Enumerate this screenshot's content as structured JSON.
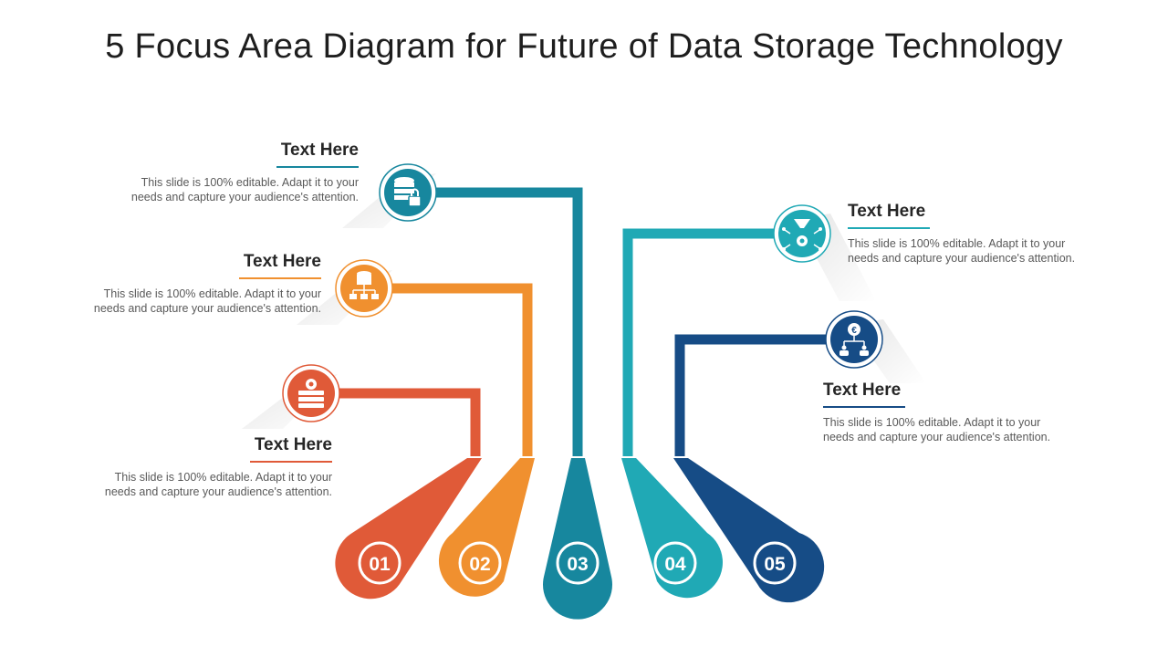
{
  "title": "5 Focus Area Diagram for Future of Data Storage Technology",
  "colors": {
    "red": "#e05a38",
    "orange": "#f0902f",
    "teal": "#17879e",
    "cyan": "#20a9b5",
    "navy": "#164c86"
  },
  "items": [
    {
      "number": "01",
      "heading": "Text Here",
      "body_line1": "This slide is 100% editable. Adapt it to your",
      "body_line2": "needs and capture your audience's attention.",
      "icon": "server-gear-icon",
      "color": "#e05a38"
    },
    {
      "number": "02",
      "heading": "Text Here",
      "body_line1": "This slide is 100% editable. Adapt it to your",
      "body_line2": "needs and capture your audience's attention.",
      "icon": "database-network-icon",
      "color": "#f0902f"
    },
    {
      "number": "03",
      "heading": "Text Here",
      "body_line1": "This slide is 100% editable. Adapt it to your",
      "body_line2": "needs and capture your audience's attention.",
      "icon": "database-lock-icon",
      "color": "#17879e"
    },
    {
      "number": "04",
      "heading": "Text Here",
      "body_line1": "This slide is 100% editable. Adapt it to your",
      "body_line2": "needs and capture your audience's attention.",
      "icon": "funnel-gear-icon",
      "color": "#20a9b5"
    },
    {
      "number": "05",
      "heading": "Text Here",
      "body_line1": "This slide is 100% editable. Adapt it to your",
      "body_line2": "needs and capture your audience's attention.",
      "icon": "euro-hierarchy-icon",
      "color": "#164c86"
    }
  ]
}
